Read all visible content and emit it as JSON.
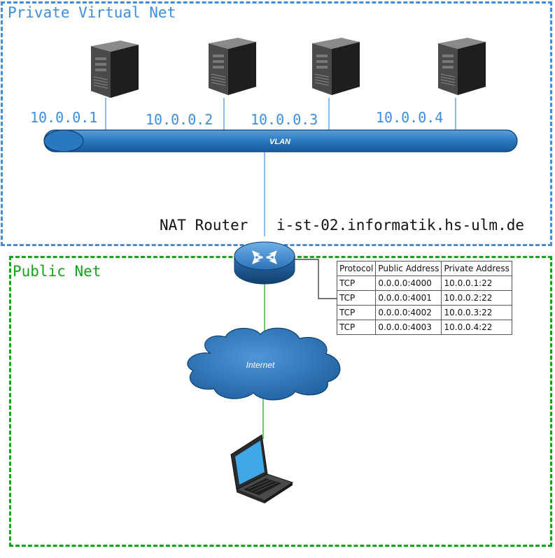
{
  "zones": {
    "private": {
      "label": "Private Virtual Net",
      "color": "#3d8ee0"
    },
    "public": {
      "label": "Public Net",
      "color": "#17a317"
    }
  },
  "servers": [
    {
      "ip": "10.0.0.1",
      "icon": "server-tower-icon"
    },
    {
      "ip": "10.0.0.2",
      "icon": "server-tower-icon"
    },
    {
      "ip": "10.0.0.3",
      "icon": "server-tower-icon"
    },
    {
      "ip": "10.0.0.4",
      "icon": "server-tower-icon"
    }
  ],
  "vlan": {
    "label": "VLAN",
    "color": "#1f6bb0"
  },
  "router": {
    "label": "NAT Router",
    "hostname": "i-st-02.informatik.hs-ulm.de",
    "icon": "router-icon"
  },
  "internet": {
    "label": "Internet",
    "icon": "cloud-icon"
  },
  "client": {
    "icon": "laptop-icon"
  },
  "nat_table": {
    "headers": [
      "Protocol",
      "Public Address",
      "Private Address"
    ],
    "rows": [
      [
        "TCP",
        "0.0.0.0:4000",
        "10.0.0.1:22"
      ],
      [
        "TCP",
        "0.0.0.0:4001",
        "10.0.0.2:22"
      ],
      [
        "TCP",
        "0.0.0.0:4002",
        "10.0.0.3:22"
      ],
      [
        "TCP",
        "0.0.0.0:4003",
        "10.0.0.4:22"
      ]
    ]
  }
}
